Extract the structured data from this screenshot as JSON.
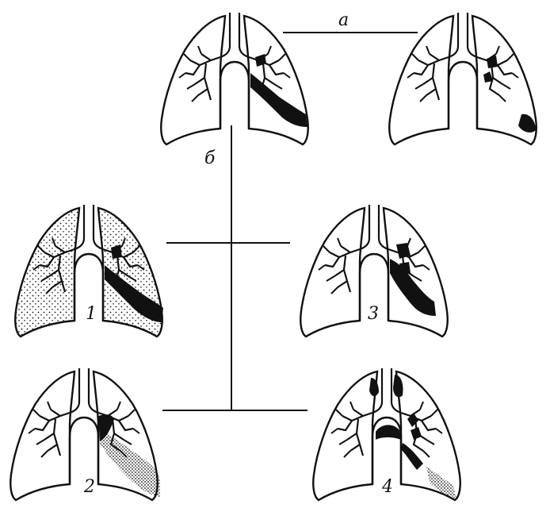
{
  "labels": {
    "branch_a": "а",
    "branch_b": "б",
    "lung_1": "1",
    "lung_2": "2",
    "lung_3": "3",
    "lung_4": "4"
  },
  "colors": {
    "ink": "#111111",
    "paper": "#ffffff"
  }
}
